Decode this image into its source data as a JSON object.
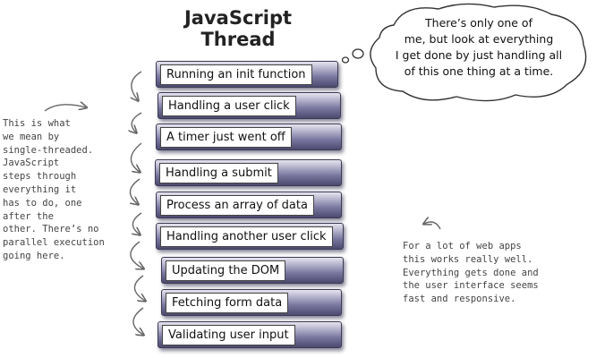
{
  "title": [
    "JavaScript",
    "Thread"
  ],
  "tasks": [
    "Running an init function",
    "Handling a user click",
    "A timer just went off",
    "Handling a submit",
    "Process an array of data",
    "Handling another user click",
    "Updating the DOM",
    "Fetching form data",
    "Validating user input"
  ],
  "thought_bubble": [
    "There’s only one of",
    "me, but look at everything",
    "I get done by just handling all",
    "of this one thing at a time."
  ],
  "left_note": [
    "This is what",
    "we mean by",
    "single-threaded.",
    "JavaScript",
    "steps through",
    "everything it",
    "has to do, one",
    "after the",
    "other. There’s no",
    "parallel execution",
    "going here."
  ],
  "right_note": [
    "For a lot of web apps",
    "this works really well.",
    "Everything gets done and",
    "the user interface seems",
    "fast and responsive."
  ]
}
